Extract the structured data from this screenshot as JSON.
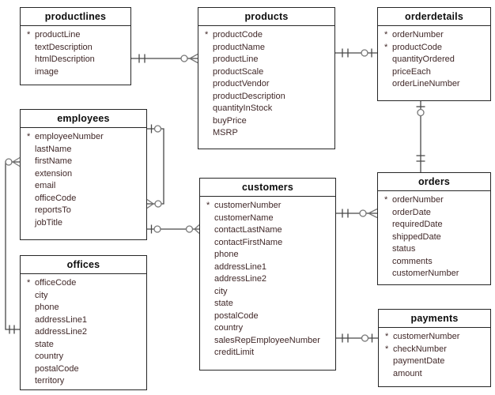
{
  "diagram": {
    "kind": "entity-relationship-diagram",
    "colors": {
      "background": "#ffffff",
      "box_border": "#262626",
      "title_text": "#0d0d0d",
      "field_text": "#402828",
      "connector_line": "#474747",
      "connector_symbol": "#787878"
    },
    "tables": [
      {
        "name": "productlines",
        "fields": [
          {
            "name": "productLine",
            "key": true
          },
          {
            "name": "textDescription",
            "key": false
          },
          {
            "name": "htmlDescription",
            "key": false
          },
          {
            "name": "image",
            "key": false
          }
        ]
      },
      {
        "name": "products",
        "fields": [
          {
            "name": "productCode",
            "key": true
          },
          {
            "name": "productName",
            "key": false
          },
          {
            "name": "productLine",
            "key": false
          },
          {
            "name": "productScale",
            "key": false
          },
          {
            "name": "productVendor",
            "key": false
          },
          {
            "name": "productDescription",
            "key": false
          },
          {
            "name": "quantityInStock",
            "key": false
          },
          {
            "name": "buyPrice",
            "key": false
          },
          {
            "name": "MSRP",
            "key": false
          }
        ]
      },
      {
        "name": "orderdetails",
        "fields": [
          {
            "name": "orderNumber",
            "key": true
          },
          {
            "name": "productCode",
            "key": true
          },
          {
            "name": "quantityOrdered",
            "key": false
          },
          {
            "name": "priceEach",
            "key": false
          },
          {
            "name": "orderLineNumber",
            "key": false
          }
        ]
      },
      {
        "name": "employees",
        "fields": [
          {
            "name": "employeeNumber",
            "key": true
          },
          {
            "name": "lastName",
            "key": false
          },
          {
            "name": "firstName",
            "key": false
          },
          {
            "name": "extension",
            "key": false
          },
          {
            "name": "email",
            "key": false
          },
          {
            "name": "officeCode",
            "key": false
          },
          {
            "name": "reportsTo",
            "key": false
          },
          {
            "name": "jobTitle",
            "key": false
          }
        ]
      },
      {
        "name": "customers",
        "fields": [
          {
            "name": "customerNumber",
            "key": true
          },
          {
            "name": "customerName",
            "key": false
          },
          {
            "name": "contactLastName",
            "key": false
          },
          {
            "name": "contactFirstName",
            "key": false
          },
          {
            "name": "phone",
            "key": false
          },
          {
            "name": "addressLine1",
            "key": false
          },
          {
            "name": "addressLine2",
            "key": false
          },
          {
            "name": "city",
            "key": false
          },
          {
            "name": "state",
            "key": false
          },
          {
            "name": "postalCode",
            "key": false
          },
          {
            "name": "country",
            "key": false
          },
          {
            "name": "salesRepEmployeeNumber",
            "key": false
          },
          {
            "name": "creditLimit",
            "key": false
          }
        ]
      },
      {
        "name": "orders",
        "fields": [
          {
            "name": "orderNumber",
            "key": true
          },
          {
            "name": "orderDate",
            "key": false
          },
          {
            "name": "requiredDate",
            "key": false
          },
          {
            "name": "shippedDate",
            "key": false
          },
          {
            "name": "status",
            "key": false
          },
          {
            "name": "comments",
            "key": false
          },
          {
            "name": "customerNumber",
            "key": false
          }
        ]
      },
      {
        "name": "offices",
        "fields": [
          {
            "name": "officeCode",
            "key": true
          },
          {
            "name": "city",
            "key": false
          },
          {
            "name": "phone",
            "key": false
          },
          {
            "name": "addressLine1",
            "key": false
          },
          {
            "name": "addressLine2",
            "key": false
          },
          {
            "name": "state",
            "key": false
          },
          {
            "name": "country",
            "key": false
          },
          {
            "name": "postalCode",
            "key": false
          },
          {
            "name": "territory",
            "key": false
          }
        ]
      },
      {
        "name": "payments",
        "fields": [
          {
            "name": "customerNumber",
            "key": true
          },
          {
            "name": "checkNumber",
            "key": true
          },
          {
            "name": "paymentDate",
            "key": false
          },
          {
            "name": "amount",
            "key": false
          }
        ]
      }
    ],
    "relationships": [
      {
        "from": "productlines",
        "from_symbol": "||",
        "to": "products",
        "to_symbol": "o<"
      },
      {
        "from": "products",
        "from_symbol": "||",
        "to": "orderdetails",
        "to_symbol": "o|"
      },
      {
        "from": "orders",
        "from_symbol": "||",
        "to": "orderdetails",
        "to_symbol": "o|"
      },
      {
        "from": "customers",
        "from_symbol": "||",
        "to": "orders",
        "to_symbol": "o<"
      },
      {
        "from": "customers",
        "from_symbol": "||",
        "to": "payments",
        "to_symbol": "o|"
      },
      {
        "from": "employees",
        "from_symbol": "|o",
        "to": "customers",
        "to_symbol": "o<"
      },
      {
        "from": "employees",
        "from_symbol": "|o",
        "to": "employees",
        "to_symbol": "o<"
      },
      {
        "from": "offices",
        "from_symbol": "||",
        "to": "employees",
        "to_symbol": "o<"
      }
    ]
  }
}
